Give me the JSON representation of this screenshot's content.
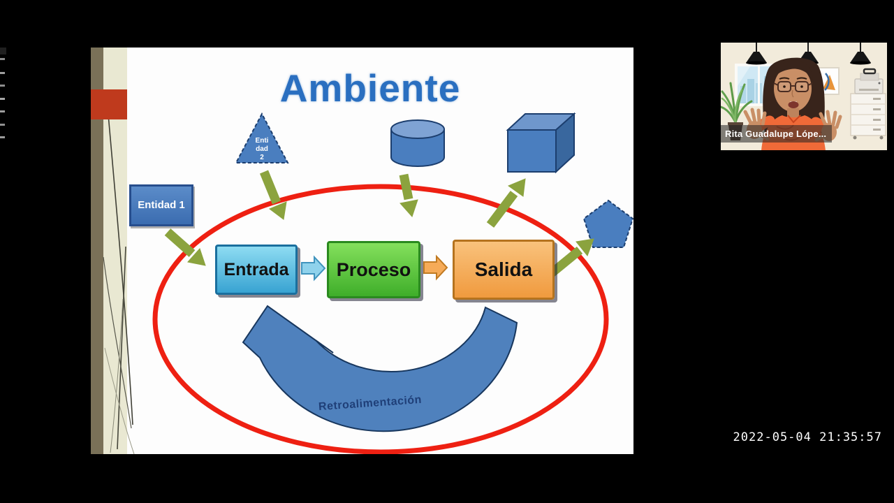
{
  "slide": {
    "title": "Ambiente",
    "entity1_label": "Entidad 1",
    "entity2_lines": [
      "Enti",
      "dad",
      "2"
    ],
    "flow": {
      "entrada": "Entrada",
      "proceso": "Proceso",
      "salida": "Salida"
    },
    "feedback_label": "Retroalimentación",
    "colors": {
      "title_blue": "#2a6fc0",
      "shape_blue": "#4a7ebf",
      "shape_border": "#1c3e6e",
      "boundary_red": "#ee2012",
      "arrow_green": "#8ba33e",
      "entrada_fill": "#55bce4",
      "proceso_fill": "#5ecb43",
      "salida_fill": "#f5a94f",
      "accent_rect_red": "#bf3a1d",
      "stripe_olive": "#7a7158",
      "stripe_cream": "#e9e8d2"
    }
  },
  "webcam": {
    "participant_name": "Rita Guadalupe Lópe..."
  },
  "overlay": {
    "timestamp": "2022-05-04 21:35:57"
  }
}
